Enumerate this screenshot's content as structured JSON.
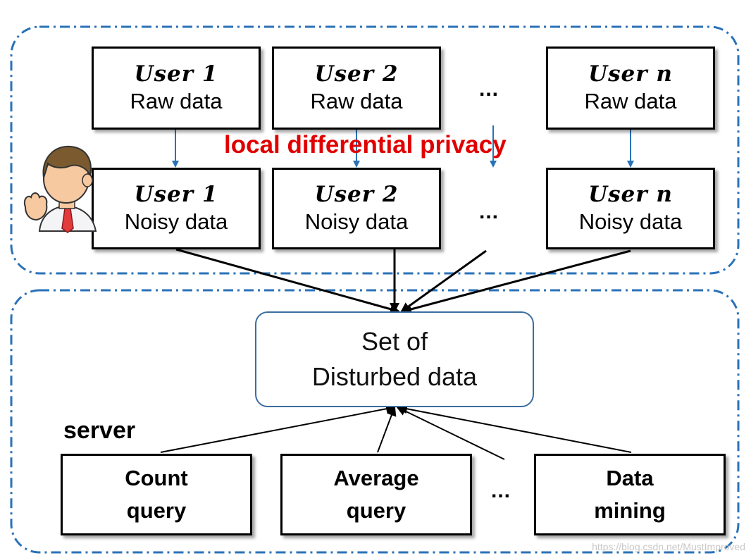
{
  "local_privacy_label": "local differential privacy",
  "users_raw": [
    {
      "name": "User 1",
      "label": "Raw data"
    },
    {
      "name": "User 2",
      "label": "Raw data"
    },
    {
      "name": "User n",
      "label": "Raw data"
    }
  ],
  "users_noisy": [
    {
      "name": "User 1",
      "label": "Noisy data"
    },
    {
      "name": "User 2",
      "label": "Noisy data"
    },
    {
      "name": "User n",
      "label": "Noisy data"
    }
  ],
  "ellipsis": "...",
  "collector": {
    "line1": "Set of",
    "line2": "Disturbed data"
  },
  "server_label": "server",
  "queries": [
    {
      "line1": "Count",
      "line2": "query"
    },
    {
      "line1": "Average",
      "line2": "query"
    },
    {
      "line1": "Data",
      "line2": "mining"
    }
  ],
  "watermark": "https://blog.csdn.net/MustImproved",
  "colors": {
    "privacy_label": "#e00000",
    "region_border": "#2a72b8",
    "privacy_arrow": "#2a72b8",
    "collector_border": "#3a6da0"
  }
}
